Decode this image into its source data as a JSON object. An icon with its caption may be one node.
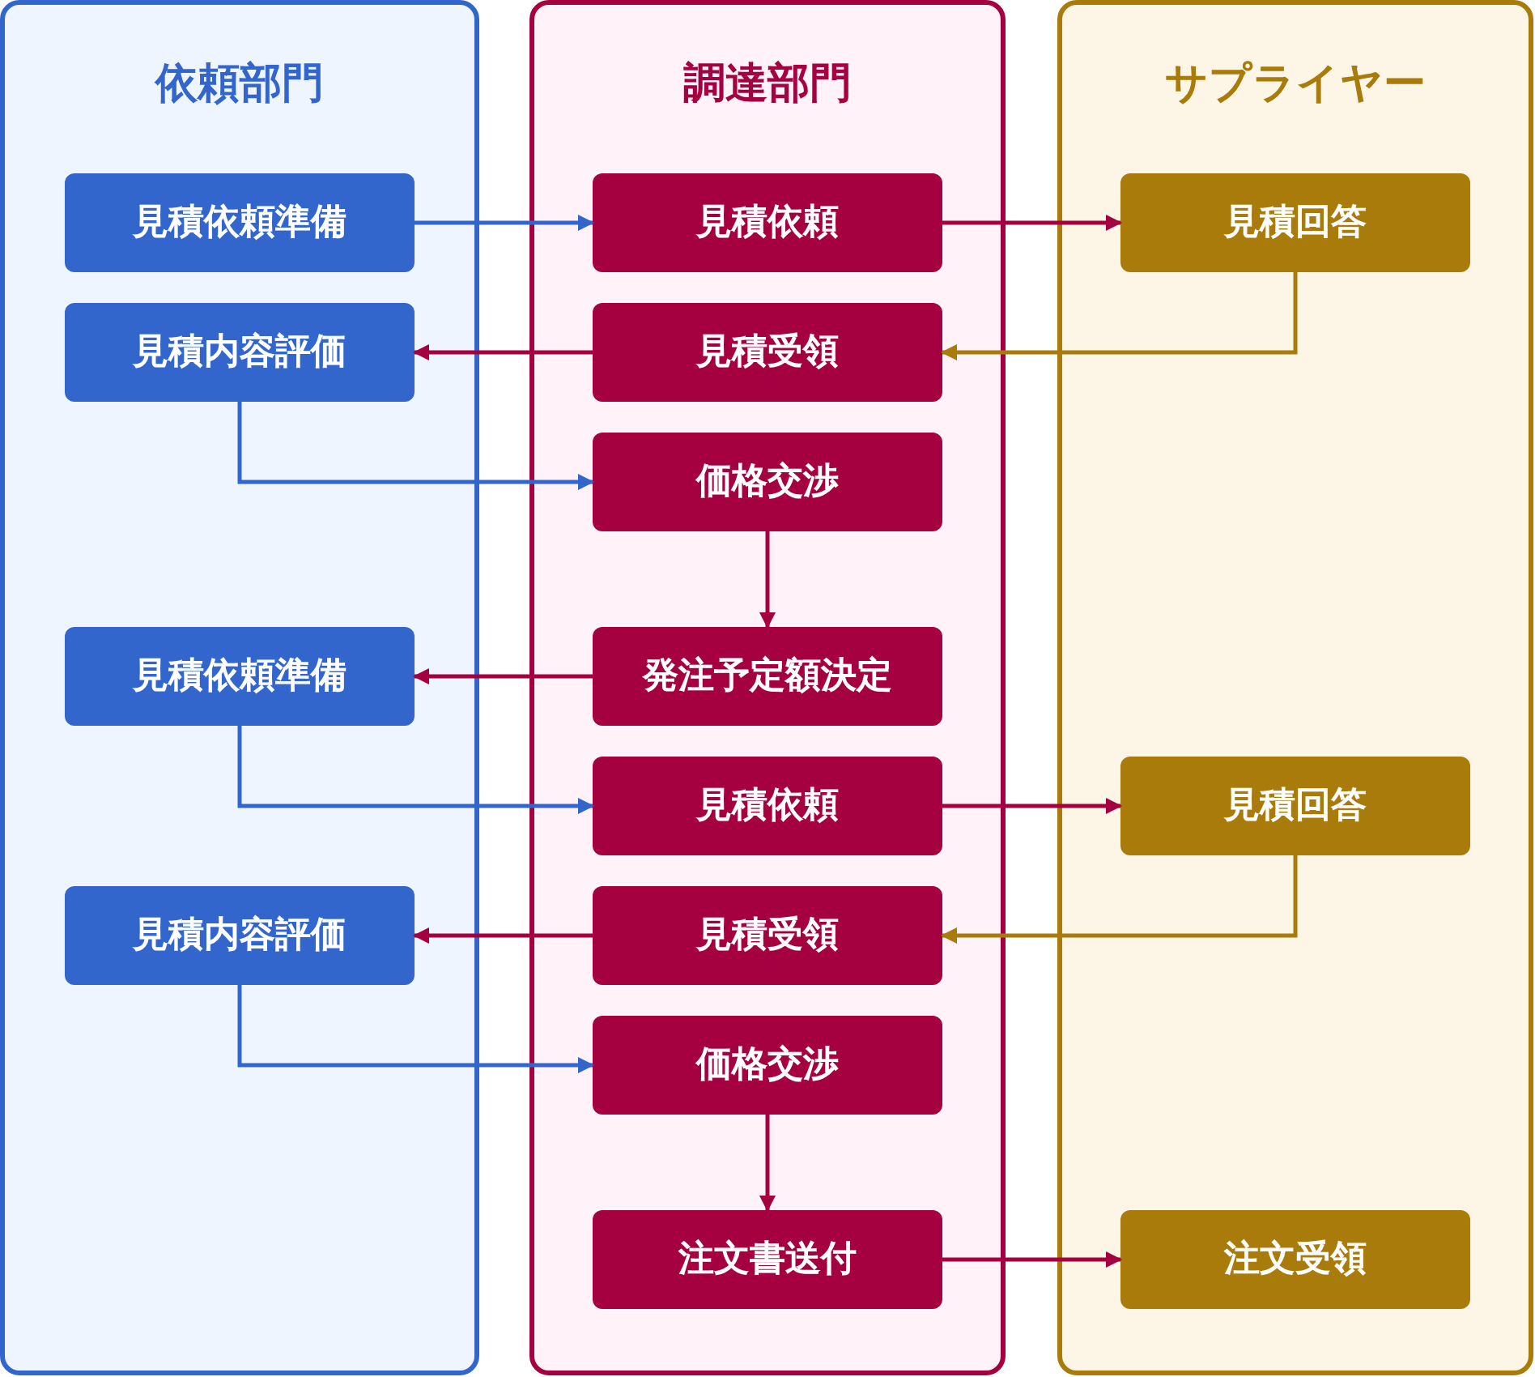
{
  "diagram": {
    "nodes": [
      {
        "text": [
          "依頼部門"
        ]
      },
      {
        "text": [
          "調達部門"
        ]
      },
      {
        "text": [
          "サプライヤー"
        ]
      },
      {
        "text": [
          "見積依頼準備"
        ],
        "in": 0
      },
      {
        "text": [
          "見積依頼"
        ],
        "in": 1
      },
      {
        "text": [
          "見積回答"
        ],
        "in": 2
      },
      {
        "text": [
          "見積内容評価"
        ],
        "in": 0
      },
      {
        "text": [
          "見積受領"
        ],
        "in": 1
      },
      {
        "text": [
          "価格交渉"
        ],
        "in": 1
      },
      {
        "text": [
          "見積依頼準備"
        ],
        "in": 0
      },
      {
        "text": [
          "発注予定額決定"
        ],
        "in": 1
      },
      {
        "text": [
          "見積依頼"
        ],
        "in": 1
      },
      {
        "text": [
          "見積回答"
        ],
        "in": 2
      },
      {
        "text": [
          "見積内容評価"
        ],
        "in": 0
      },
      {
        "text": [
          "見積受領"
        ],
        "in": 1
      },
      {
        "text": [
          "価格交渉"
        ],
        "in": 1
      },
      {
        "text": [
          "注文書送付"
        ],
        "in": 1
      },
      {
        "text": [
          "注文受領"
        ],
        "in": 2
      }
    ],
    "edges": [
      {
        "from": 3,
        "to": 4,
        "arrow": "to",
        "color": "#3366cc"
      },
      {
        "from": 4,
        "to": 5,
        "arrow": "to"
      },
      {
        "from": 5,
        "to": 7,
        "arrow": "to",
        "color": "#a87b0a"
      },
      {
        "from": 7,
        "to": 6,
        "arrow": "to"
      },
      {
        "from": 6,
        "to": 8,
        "arrow": "to",
        "color": "#3366cc"
      },
      {
        "from": 8,
        "to": 10,
        "arrow": "to"
      },
      {
        "from": 10,
        "to": 9,
        "arrow": "to"
      },
      {
        "from": 9,
        "to": 11,
        "arrow": "to",
        "color": "#3366cc"
      },
      {
        "from": 11,
        "to": 12,
        "arrow": "to"
      },
      {
        "from": 12,
        "to": 14,
        "arrow": "to",
        "color": "#a87b0a"
      },
      {
        "from": 14,
        "to": 13,
        "arrow": "to"
      },
      {
        "from": 13,
        "to": 15,
        "arrow": "to",
        "color": "#3366cc"
      },
      {
        "from": 15,
        "to": 16,
        "arrow": "to"
      },
      {
        "from": 16,
        "to": 17,
        "arrow": "to"
      }
    ]
  }
}
